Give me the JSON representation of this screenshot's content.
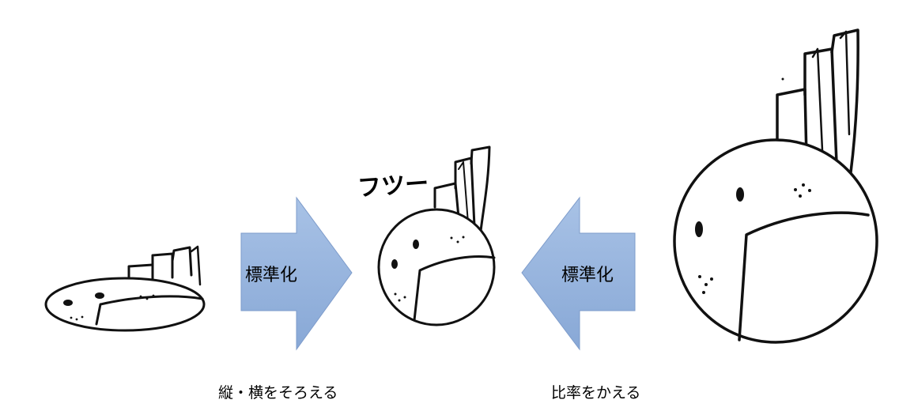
{
  "arrows": {
    "left": {
      "label": "標準化",
      "direction": "right",
      "color": "#9DB8DE"
    },
    "right": {
      "label": "標準化",
      "direction": "left",
      "color": "#9DB8DE"
    }
  },
  "captions": {
    "left": "縦・横をそろえる",
    "right": "比率をかえる"
  },
  "center_figure": {
    "label": "フツー"
  },
  "figures": [
    "flat-mascot",
    "normal-mascot",
    "large-mascot"
  ]
}
